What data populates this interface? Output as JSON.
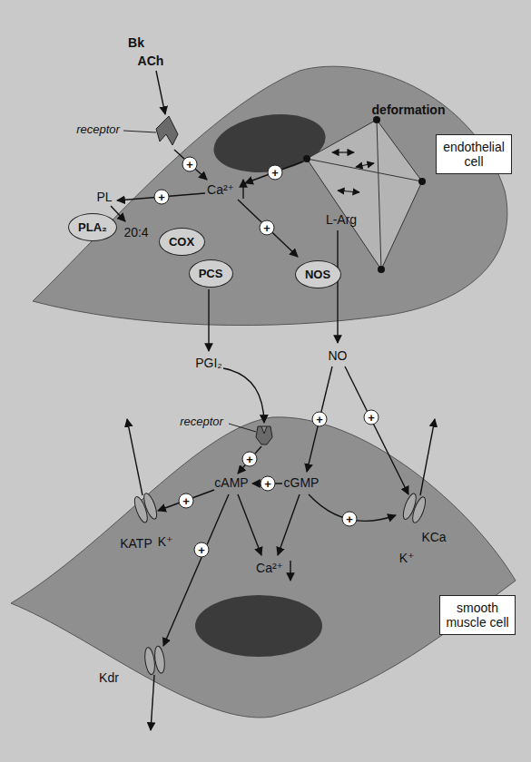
{
  "diagram": {
    "nodes": [
      {
        "text": [
          "endothelial cell"
        ]
      },
      {
        "text": [
          "PLA₂"
        ]
      },
      {
        "text": [
          "COX"
        ]
      },
      {
        "text": [
          "PCS"
        ]
      },
      {
        "text": [
          "NOS"
        ]
      },
      {
        "text": [
          "smooth muscle cell"
        ]
      }
    ],
    "labels": [
      "Bk",
      "ACh",
      "receptor",
      "+",
      "deformation",
      "Ca²⁺",
      "+",
      "PL",
      "+",
      "20:4",
      "+",
      "L-Arg",
      "PGI₂",
      "NO",
      "receptor",
      "+",
      "+",
      "+",
      "cAMP",
      "+",
      "cGMP",
      "+",
      "KATP",
      "K⁺",
      "+",
      "+",
      "Ca²⁺",
      "KCa",
      "K⁺",
      "Kdr"
    ]
  }
}
